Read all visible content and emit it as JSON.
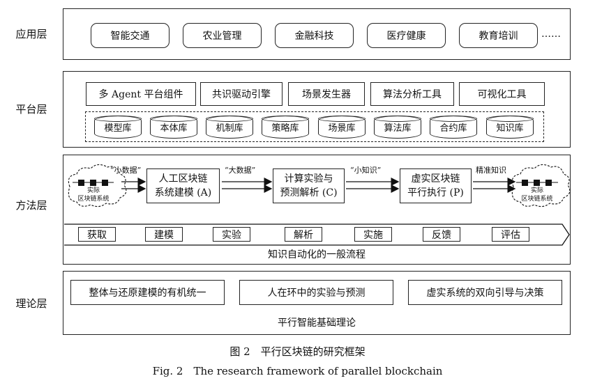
{
  "layers": {
    "application": {
      "label": "应用层",
      "items": [
        "智能交通",
        "农业管理",
        "金融科技",
        "医疗健康",
        "教育培训"
      ],
      "ellipsis": "……"
    },
    "platform": {
      "label": "平台层",
      "components": [
        "多 Agent 平台组件",
        "共识驱动引擎",
        "场景发生器",
        "算法分析工具",
        "可视化工具"
      ],
      "databases": [
        "模型库",
        "本体库",
        "机制库",
        "策略库",
        "场景库",
        "算法库",
        "合约库",
        "知识库"
      ]
    },
    "method": {
      "label": "方法层",
      "cloud_left": "实际\n区块链系统",
      "cloud_right": "实际\n区块链系统",
      "flow_labels": [
        "“小数据”",
        "“大数据”",
        "“小知识”",
        "精准知识"
      ],
      "steps": [
        {
          "line1": "人工区块链",
          "line2": "系统建模 (A)"
        },
        {
          "line1": "计算实验与",
          "line2": "预测解析 (C)"
        },
        {
          "line1": "虚实区块链",
          "line2": "平行执行 (P)"
        }
      ],
      "pipeline": [
        "获取",
        "建模",
        "实验",
        "解析",
        "实施",
        "反馈",
        "评估"
      ],
      "pipeline_caption": "知识自动化的一般流程"
    },
    "theory": {
      "label": "理论层",
      "items": [
        "整体与还原建模的有机统一",
        "人在环中的实验与预测",
        "虚实系统的双向引导与决策"
      ],
      "caption": "平行智能基础理论"
    }
  },
  "figure": {
    "caption_cn": "图 2　平行区块链的研究框架",
    "caption_en": "Fig. 2　The research framework of parallel blockchain"
  }
}
